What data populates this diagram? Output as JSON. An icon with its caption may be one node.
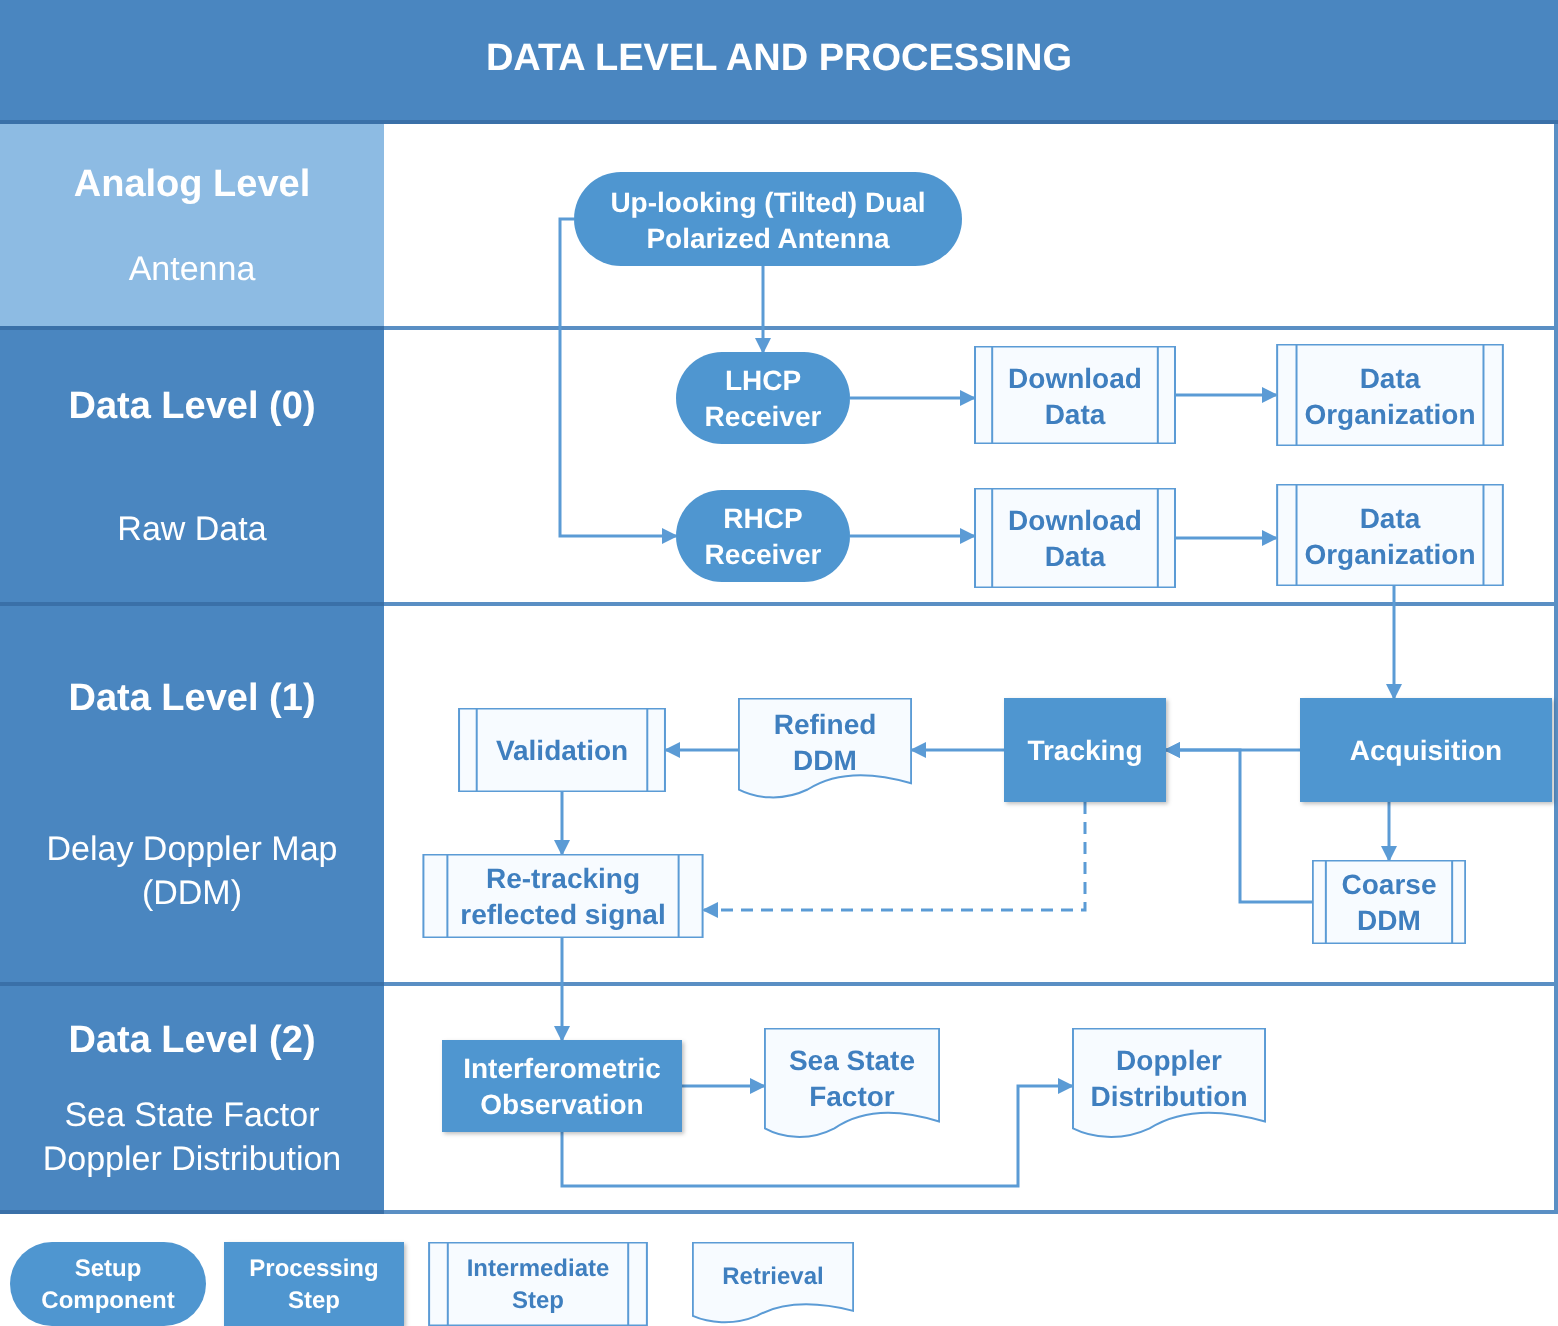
{
  "diagram": {
    "title": "DATA LEVEL AND PROCESSING",
    "nodes": [
      {
        "text": [
          "Analog Level",
          "Antenna"
        ]
      },
      {
        "text": [
          "Data Level (0)",
          "Raw Data"
        ]
      },
      {
        "text": [
          "Data Level (1)",
          "Delay Doppler Map (DDM)"
        ]
      },
      {
        "text": [
          "Data Level (2)",
          "Sea State Factor Doppler Distribution"
        ]
      },
      {
        "text": [
          "Up-looking (Tilted) Dual Polarized Antenna"
        ]
      },
      {
        "text": [
          "LHCP Receiver"
        ]
      },
      {
        "text": [
          "Download Data"
        ]
      },
      {
        "text": [
          "Data Organization"
        ]
      },
      {
        "text": [
          "RHCP Receiver"
        ]
      },
      {
        "text": [
          "Download Data"
        ]
      },
      {
        "text": [
          "Data Organization"
        ]
      },
      {
        "text": [
          "Validation"
        ]
      },
      {
        "text": [
          "Refined DDM"
        ]
      },
      {
        "text": [
          "Tracking"
        ]
      },
      {
        "text": [
          "Acquisition"
        ]
      },
      {
        "text": [
          "Re-tracking reflected signal"
        ]
      },
      {
        "text": [
          "Coarse DDM"
        ]
      },
      {
        "text": [
          "Interferometric Observation"
        ]
      },
      {
        "text": [
          "Sea State Factor"
        ]
      },
      {
        "text": [
          "Doppler Distribution"
        ]
      }
    ],
    "edges": [
      {
        "from": 4,
        "to": 5,
        "arrow": "to"
      },
      {
        "from": 4,
        "to": 8,
        "arrow": "to"
      },
      {
        "from": 5,
        "to": 6,
        "arrow": "to"
      },
      {
        "from": 6,
        "to": 7,
        "arrow": "to"
      },
      {
        "from": 8,
        "to": 9,
        "arrow": "to"
      },
      {
        "from": 9,
        "to": 10,
        "arrow": "to"
      },
      {
        "from": 10,
        "to": 14,
        "arrow": "to"
      },
      {
        "from": 14,
        "to": 13,
        "arrow": "to"
      },
      {
        "from": 13,
        "to": 12,
        "arrow": "to"
      },
      {
        "from": 12,
        "to": 11,
        "arrow": "to"
      },
      {
        "from": 11,
        "to": 15,
        "arrow": "to"
      },
      {
        "from": 13,
        "to": 15,
        "arrow": "to",
        "style": "dashed"
      },
      {
        "from": 14,
        "to": 16,
        "arrow": "to"
      },
      {
        "from": 16,
        "to": 13,
        "arrow": "to"
      },
      {
        "from": 15,
        "to": 17,
        "arrow": "to"
      },
      {
        "from": 17,
        "to": 18,
        "arrow": "to"
      },
      {
        "from": 17,
        "to": 19,
        "arrow": "to"
      }
    ],
    "legend": [
      {
        "text": "Setup Component"
      },
      {
        "text": "Processing Step"
      },
      {
        "text": "Intermediate Step"
      },
      {
        "text": "Retrieval"
      }
    ]
  }
}
